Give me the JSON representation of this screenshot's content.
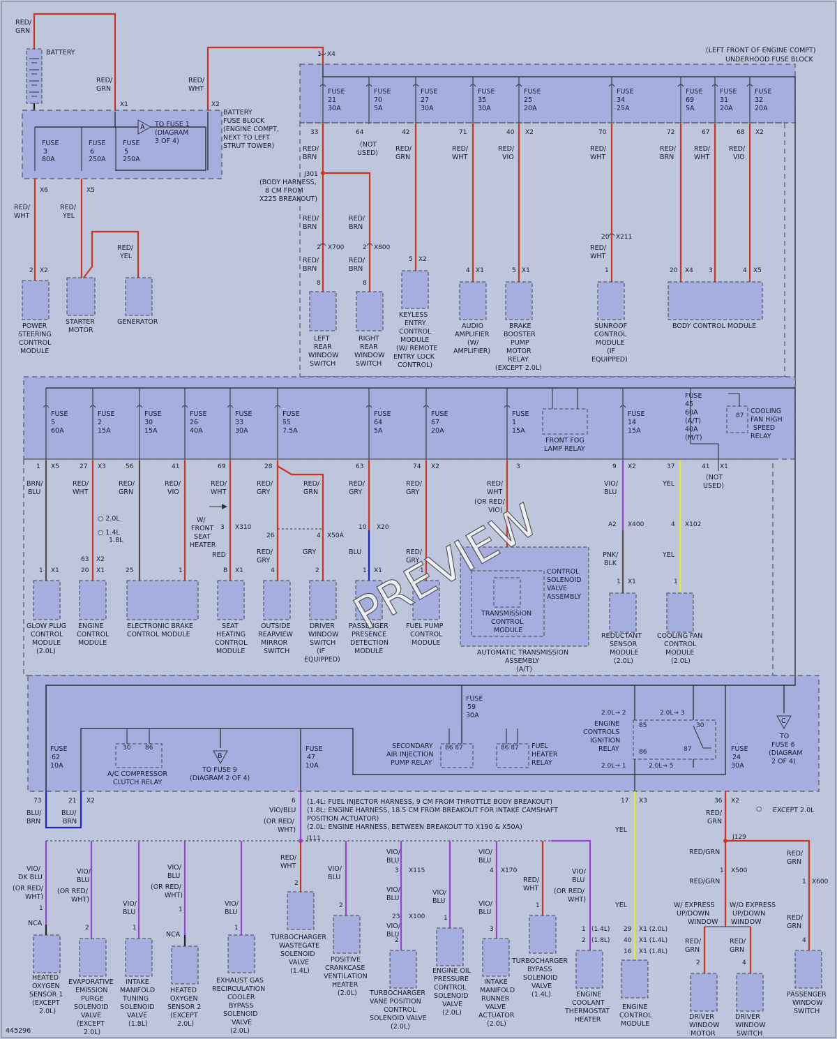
{
  "figure_id": "445296",
  "watermark": "PREVIEW",
  "location_note": [
    "(LEFT FRONT OF ENGINE COMPT)",
    "UNDERHOOD FUSE BLOCK"
  ],
  "battery": {
    "label": "BATTERY",
    "wire": [
      "RED/",
      "GRN"
    ]
  },
  "battery_fuse_block": {
    "label": [
      "BATTERY",
      "FUSE BLOCK",
      "(ENGINE COMPT,",
      "NEXT TO LEFT",
      "STRUT TOWER)"
    ],
    "ref_a": [
      "TO FUSE 1",
      "(DIAGRAM",
      "3 OF 4)"
    ],
    "fuses": [
      {
        "name": "FUSE",
        "num": "3",
        "amps": "80A"
      },
      {
        "name": "FUSE",
        "num": "6",
        "amps": "250A"
      },
      {
        "name": "FUSE",
        "num": "5",
        "amps": "250A"
      }
    ]
  },
  "top_row_fuses": [
    {
      "num": "21",
      "amps": "30A"
    },
    {
      "num": "70",
      "amps": "5A"
    },
    {
      "num": "27",
      "amps": "30A"
    },
    {
      "num": "35",
      "amps": "30A"
    },
    {
      "num": "25",
      "amps": "20A"
    },
    {
      "num": "34",
      "amps": "25A"
    },
    {
      "num": "69",
      "amps": "5A"
    },
    {
      "num": "31",
      "amps": "20A"
    },
    {
      "num": "32",
      "amps": "20A"
    }
  ],
  "mid_row_fuses": [
    {
      "num": "5",
      "amps": "60A"
    },
    {
      "num": "2",
      "amps": "15A"
    },
    {
      "num": "30",
      "amps": "15A"
    },
    {
      "num": "26",
      "amps": "40A"
    },
    {
      "num": "33",
      "amps": "30A"
    },
    {
      "num": "55",
      "amps": "7.5A"
    },
    {
      "num": "64",
      "amps": "5A"
    },
    {
      "num": "67",
      "amps": "20A"
    },
    {
      "num": "1",
      "amps": "15A"
    },
    {
      "num": "14",
      "amps": "15A"
    }
  ],
  "fuse45": [
    "FUSE",
    "45",
    "60A",
    "(A/T)",
    "40A",
    "(M/T)"
  ],
  "relays": {
    "front_fog": [
      "FRONT FOG",
      "LAMP RELAY"
    ],
    "cooling_fan": [
      "COOLING",
      "FAN HIGH",
      "SPEED",
      "RELAY"
    ],
    "ac_clutch": [
      "A/C COMPRESSOR",
      "CLUTCH RELAY"
    ],
    "secondary_air": [
      "SECONDARY",
      "AIR INJECTION",
      "PUMP RELAY"
    ],
    "fuel_heater": [
      "FUEL",
      "HEATER",
      "RELAY"
    ],
    "engine_controls": [
      "ENGINE",
      "CONTROLS",
      "IGNITION",
      "RELAY"
    ]
  },
  "ref_b": [
    "TO FUSE 9",
    "(DIAGRAM 2 OF 4)"
  ],
  "ref_c": [
    "TO",
    "FUSE 6",
    "(DIAGRAM",
    "2 OF 4)"
  ],
  "except_note": "EXCEPT 2.0L",
  "harness_notes": [
    "(1.4L: FUEL INJECTOR HARNESS, 9 CM FROM THROTTLE BODY BREAKOUT)",
    "(1.8L: ENGINE HARNESS, 18.5 CM FROM BREAKOUT FOR INTAKE CAMSHAFT",
    "POSITION ACTUATOR)",
    "(2.0L: ENGINE HARNESS, BETWEEN BREAKOUT TO X190 & X50A)"
  ],
  "j301_note": [
    "(BODY HARNESS,",
    "8 CM FROM",
    "X225 BREAKOUT)"
  ],
  "components_row1": {
    "power_steering": [
      "POWER",
      "STEERING",
      "CONTROL",
      "MODULE"
    ],
    "starter": [
      "STARTER",
      "MOTOR"
    ],
    "generator": [
      "GENERATOR"
    ],
    "left_rear_window": [
      "LEFT",
      "REAR",
      "WINDOW",
      "SWITCH"
    ],
    "right_rear_window": [
      "RIGHT",
      "REAR",
      "WINDOW",
      "SWITCH"
    ],
    "keyless": [
      "KEYLESS",
      "ENTRY",
      "CONTROL",
      "MODULE",
      "(W/ REMOTE",
      "ENTRY LOCK",
      "CONTROL)"
    ],
    "audio": [
      "AUDIO",
      "AMPLIFIER",
      "(W/",
      "AMPLIFIER)"
    ],
    "brake_booster": [
      "BRAKE",
      "BOOSTER",
      "PUMP",
      "MOTOR",
      "RELAY",
      "(EXCEPT 2.0L)"
    ],
    "sunroof": [
      "SUNROOF",
      "CONTROL",
      "MODULE",
      "(IF",
      "EQUIPPED)"
    ],
    "bcm": [
      "BODY CONTROL MODULE"
    ]
  },
  "components_row2": {
    "glow_plug": [
      "GLOW PLUG",
      "CONTROL",
      "MODULE",
      "(2.0L)"
    ],
    "ecm": [
      "ENGINE",
      "CONTROL",
      "MODULE"
    ],
    "ebcm": [
      "ELECTRONIC BRAKE",
      "CONTROL MODULE"
    ],
    "seat_heat": [
      "SEAT",
      "HEATING",
      "CONTROL",
      "MODULE"
    ],
    "mirror": [
      "OUTSIDE",
      "REARVIEW",
      "MIRROR",
      "SWITCH"
    ],
    "driver_window": [
      "DRIVER",
      "WINDOW",
      "SWITCH",
      "(IF",
      "EQUIPPED)"
    ],
    "passenger_presence": [
      "PASSENGER",
      "PRESENCE",
      "DETECTION",
      "MODULE"
    ],
    "fuel_pump": [
      "FUEL PUMP",
      "CONTROL",
      "MODULE"
    ],
    "solenoid": [
      "CONTROL",
      "SOLENOID",
      "VALVE",
      "ASSEMBLY"
    ],
    "tcm": [
      "TRANSMISSION",
      "CONTROL",
      "MODULE"
    ],
    "auto_trans": [
      "AUTOMATIC TRANSMISSION",
      "ASSEMBLY",
      "(A/T)"
    ],
    "reductant": [
      "REDUCTANT",
      "SENSOR",
      "MODULE",
      "(2.0L)"
    ],
    "cooling_fan_ctl": [
      "COOLING FAN",
      "CONTROL",
      "MODULE",
      "(2.0L)"
    ]
  },
  "components_row3": {
    "ho2s1": [
      "HEATED",
      "OXYGEN",
      "SENSOR 1",
      "(EXCEPT",
      "2.0L)"
    ],
    "evap": [
      "EVAPORATIVE",
      "EMISSION",
      "PURGE",
      "SOLENOID",
      "VALVE",
      "(EXCEPT",
      "2.0L)"
    ],
    "imt": [
      "INTAKE",
      "MANIFOLD",
      "TUNING",
      "SOLENOID",
      "VALVE",
      "(1.8L)"
    ],
    "ho2s2": [
      "HEATED",
      "OXYGEN",
      "SENSOR 2",
      "(EXCEPT",
      "2.0L)"
    ],
    "egr": [
      "EXHAUST GAS",
      "RECIRCULATION",
      "COOLER",
      "BYPASS",
      "SOLENOID",
      "VALVE",
      "(2.0L)"
    ],
    "wastegate": [
      "TURBOCHARGER",
      "WASTEGATE",
      "SOLENOID",
      "VALVE",
      "(1.4L)"
    ],
    "pcv": [
      "POSITIVE",
      "CRANKCASE",
      "VENTILATION",
      "HEATER",
      "(2.0L)"
    ],
    "vane": [
      "TURBOCHARGER",
      "VANE POSITION",
      "CONTROL",
      "SOLENOID VALVE",
      "(2.0L)"
    ],
    "oil": [
      "ENGINE OIL",
      "PRESSURE",
      "CONTROL",
      "SOLENOID",
      "VALVE",
      "(2.0L)"
    ],
    "runner": [
      "INTAKE",
      "MANIFOLD",
      "RUNNER",
      "VALVE",
      "ACTUATOR",
      "(2.0L)"
    ],
    "bypass": [
      "TURBOCHARGER",
      "BYPASS",
      "SOLENOID",
      "VALVE",
      "(1.4L)"
    ],
    "thermostat": [
      "ENGINE",
      "COOLANT",
      "THERMOSTAT",
      "HEATER"
    ],
    "ecm2": [
      "ENGINE",
      "CONTROL",
      "MODULE"
    ],
    "drv_motor": [
      "DRIVER",
      "WINDOW",
      "MOTOR"
    ],
    "drv_switch": [
      "DRIVER",
      "WINDOW",
      "SWITCH"
    ],
    "pass_switch": [
      "PASSENGER",
      "WINDOW",
      "SWITCH"
    ]
  },
  "window_notes": {
    "express": [
      "W/ EXPRESS",
      "UP/DOWN",
      "WINDOW"
    ],
    "no_express": [
      "W/O EXPRESS",
      "UP/DOWN",
      "WINDOW"
    ]
  },
  "legend_colors": {
    "red": "#d0321c",
    "violet": "#9a40d4",
    "yellow": "#e8ec20",
    "brown": "#5a4a44",
    "blue": "#2222cc"
  }
}
